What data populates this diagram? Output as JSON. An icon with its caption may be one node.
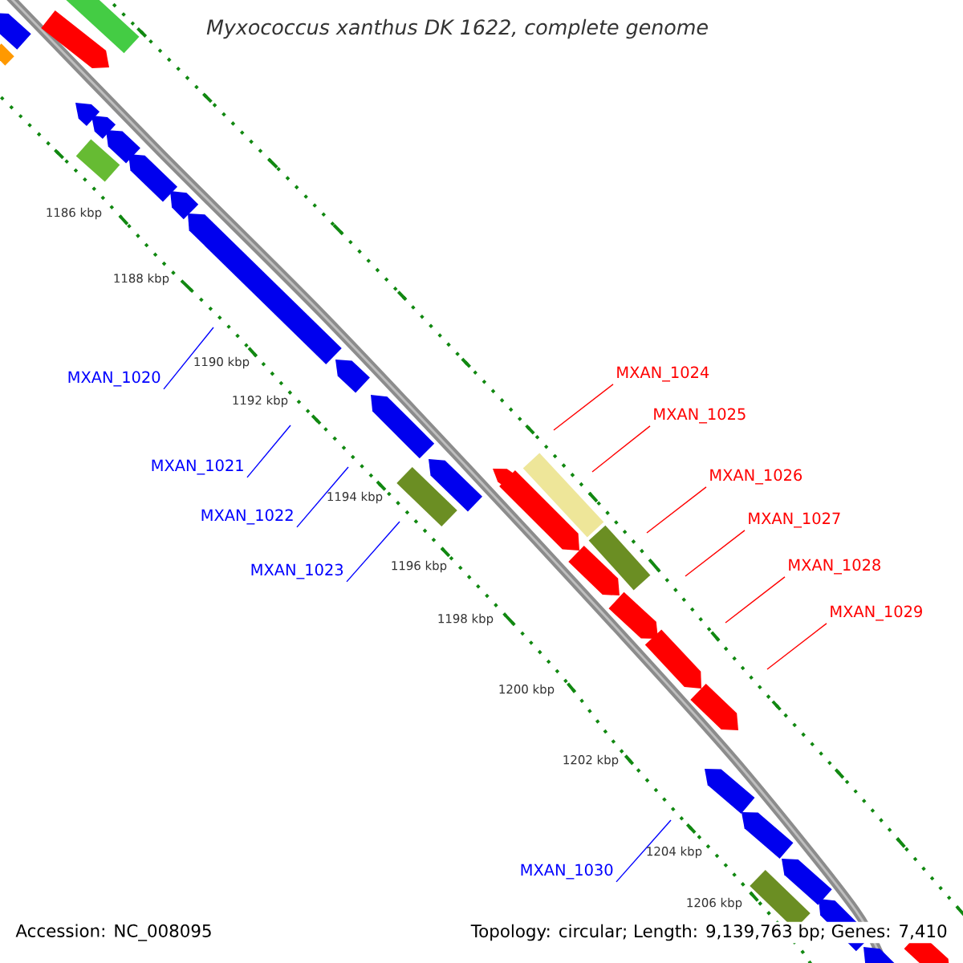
{
  "diagram": {
    "title": "Myxococcus xanthus DK 1622, complete genome",
    "nodes": [
      {
        "text": [
          "MXAN_1024"
        ]
      },
      {
        "text": [
          "MXAN_1020"
        ]
      },
      {
        "text": [
          "MXAN_1025"
        ]
      },
      {
        "text": [
          "MXAN_1021"
        ]
      },
      {
        "text": [
          "MXAN_1026"
        ]
      },
      {
        "text": [
          "MXAN_1022"
        ]
      },
      {
        "text": [
          "MXAN_1027"
        ]
      },
      {
        "text": [
          "MXAN_1028"
        ]
      },
      {
        "text": [
          "MXAN_1023"
        ]
      },
      {
        "text": [
          "MXAN_1029"
        ]
      },
      {
        "text": [
          "MXAN_1030"
        ]
      }
    ],
    "edges": [
      {
        "from": 0,
        "to": null,
        "arrow": "none"
      },
      {
        "from": 1,
        "to": null,
        "arrow": "none",
        "color": "#0000ff"
      },
      {
        "from": 2,
        "to": null,
        "arrow": "none"
      },
      {
        "from": 3,
        "to": null,
        "arrow": "none",
        "color": "#0000ff"
      },
      {
        "from": 4,
        "to": null,
        "arrow": "none"
      },
      {
        "from": 5,
        "to": null,
        "arrow": "none",
        "color": "#0000ff"
      },
      {
        "from": 6,
        "to": null,
        "arrow": "none"
      },
      {
        "from": 7,
        "to": null,
        "arrow": "none"
      },
      {
        "from": 8,
        "to": null,
        "arrow": "none",
        "color": "#0000ff"
      },
      {
        "from": 9,
        "to": null,
        "arrow": "none"
      },
      {
        "from": 10,
        "to": null,
        "arrow": "none",
        "color": "#0000ff"
      }
    ],
    "labels": [
      "1186 kbp",
      "1188 kbp",
      "1190 kbp",
      "1192 kbp",
      "1194 kbp",
      "1196 kbp",
      "1198 kbp",
      "1200 kbp",
      "1202 kbp",
      "1204 kbp",
      "1206 kbp",
      "Accession: NC_008095",
      "Topology: circular; Length: 9,139,763 bp; Genes: 7,410"
    ]
  }
}
